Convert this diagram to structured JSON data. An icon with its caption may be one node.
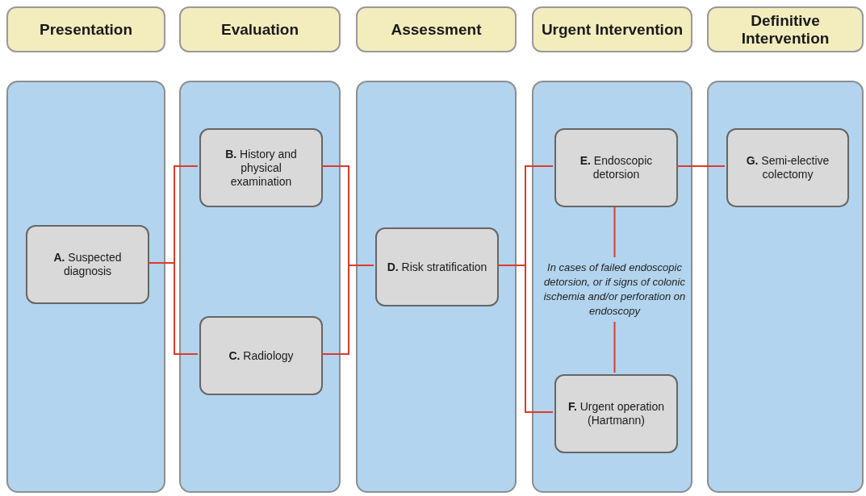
{
  "diagram": {
    "nodes": [
      {
        "text": [
          "Presentation"
        ]
      },
      {
        "text": [
          "Evaluation"
        ]
      },
      {
        "text": [
          "Assessment"
        ]
      },
      {
        "text": [
          "Urgent Intervention"
        ]
      },
      {
        "text": [
          "Definitive Intervention"
        ]
      },
      {
        "text": [],
        "shape": "box"
      },
      {
        "text": [],
        "shape": "box"
      },
      {
        "text": [],
        "shape": "box"
      },
      {
        "text": [],
        "shape": "box"
      },
      {
        "text": [],
        "shape": "box"
      },
      {
        "text": [
          "**A.** Suspected diagnosis"
        ],
        "in": 5
      },
      {
        "text": [
          "**B.** History and physical examination"
        ],
        "in": 6
      },
      {
        "text": [
          "**C.** Radiology"
        ],
        "in": 6
      },
      {
        "text": [
          "**D.** Risk stratification"
        ],
        "in": 7
      },
      {
        "text": [
          "**E.** Endoscopic detorsion"
        ],
        "in": 8
      },
      {
        "text": [
          "**F.** Urgent operation (Hartmann)"
        ],
        "in": 8
      },
      {
        "text": [
          "**G.** Semi-elective colectomy"
        ],
        "in": 9
      }
    ],
    "edges": [
      {
        "from": 10,
        "to": 11,
        "arrow": "none"
      },
      {
        "from": 10,
        "to": 12,
        "arrow": "none"
      },
      {
        "from": 11,
        "to": 13,
        "arrow": "none"
      },
      {
        "from": 12,
        "to": 13,
        "arrow": "none"
      },
      {
        "from": 13,
        "to": 14,
        "arrow": "none"
      },
      {
        "from": 13,
        "to": 15,
        "arrow": "none"
      },
      {
        "from": 14,
        "to": 16,
        "arrow": "none"
      },
      {
        "from": 14,
        "to": 15,
        "arrow": "none",
        "label": "In cases of failed endoscopic detorsion, or if signs of colonic ischemia and/or perforation on endoscopy"
      }
    ]
  }
}
